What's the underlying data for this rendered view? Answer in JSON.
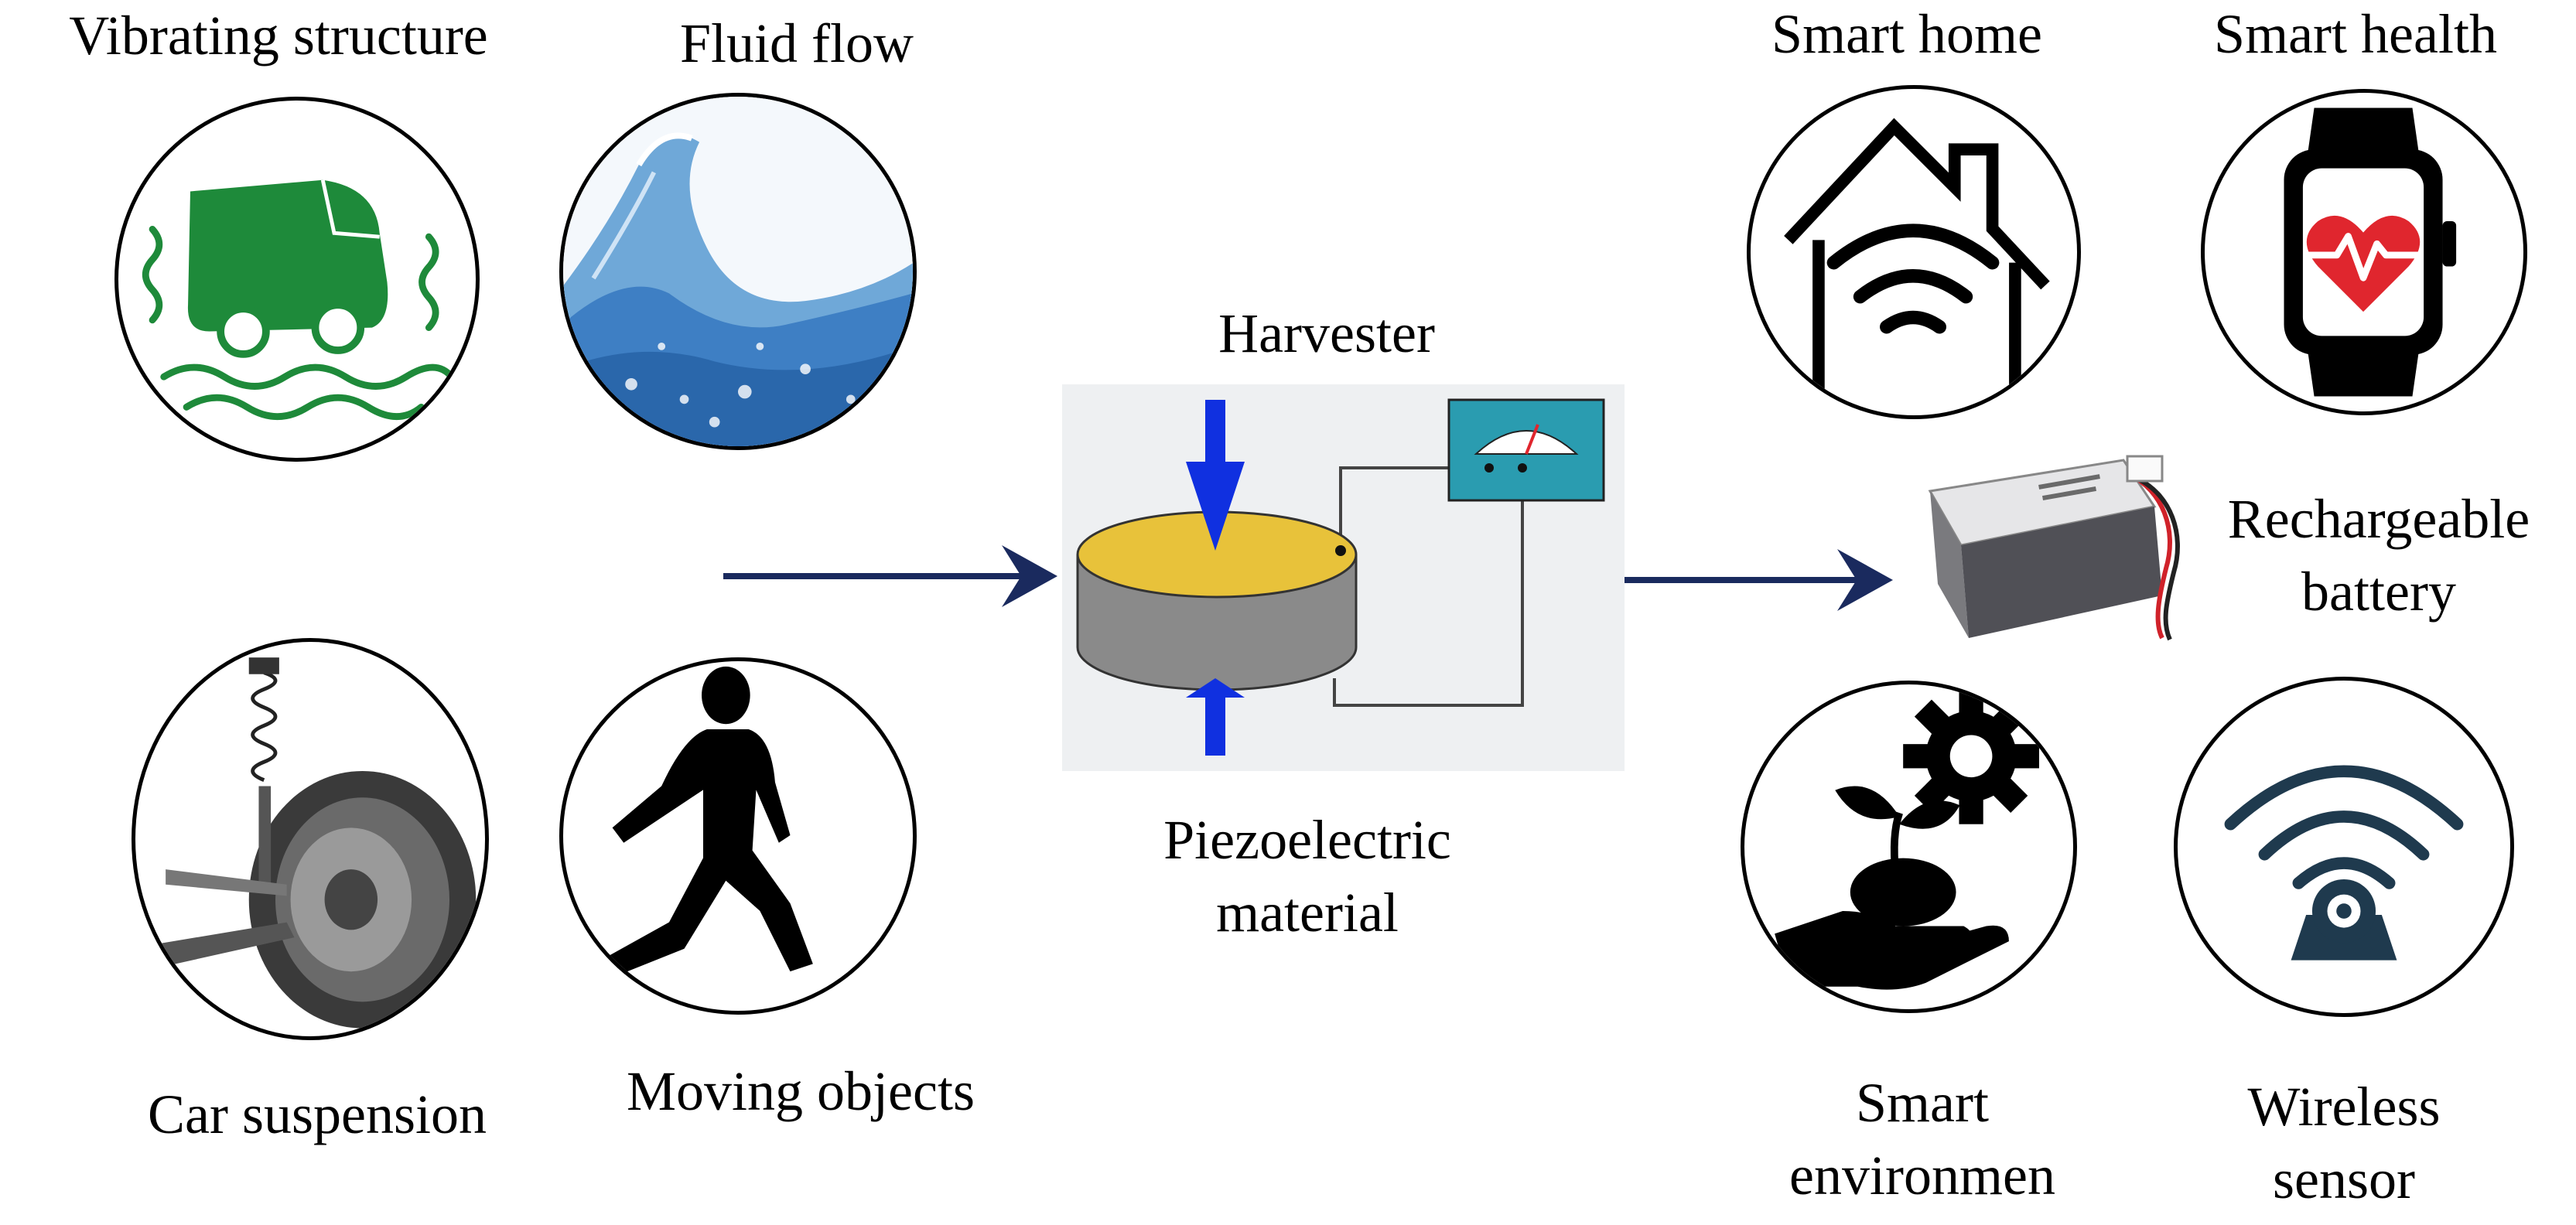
{
  "sources": {
    "vibrating_structure": "Vibrating structure",
    "fluid_flow": "Fluid flow",
    "car_suspension": "Car suspension",
    "moving_objects": "Moving objects"
  },
  "harvester": {
    "title": "Harvester",
    "material_line1": "Piezoelectric",
    "material_line2": "material"
  },
  "applications": {
    "smart_home": "Smart home",
    "smart_health": "Smart health",
    "battery_line1": "Rechargeable",
    "battery_line2": "battery",
    "smart_env_line1": "Smart",
    "smart_env_line2": "environmen",
    "wireless_line1": "Wireless",
    "wireless_line2": "sensor"
  },
  "colors": {
    "arrow": "#1a2a5e",
    "vehicle_green": "#1e8a3a",
    "piezo_top": "#e8c23a",
    "piezo_side": "#8a8a8a",
    "force_arrow": "#1030e0",
    "meter_teal": "#2a9cb0",
    "heart_red": "#e0262e"
  }
}
